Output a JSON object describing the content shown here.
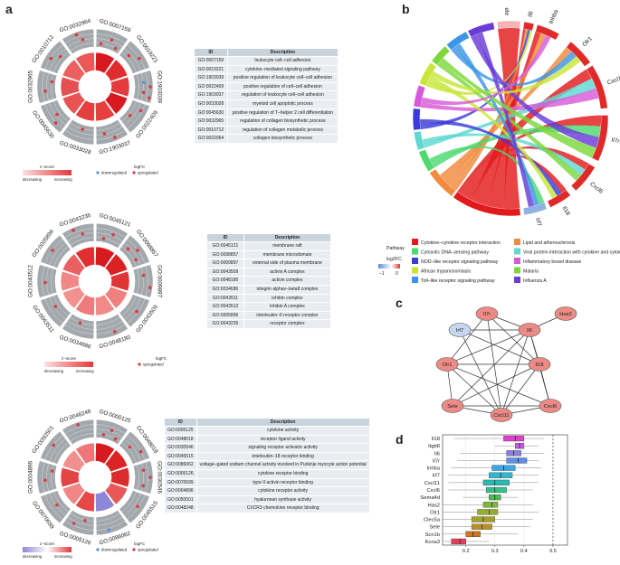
{
  "panel_labels": [
    "a",
    "b",
    "c",
    "d"
  ],
  "colors": {
    "ring_grey": "#a3a8ad",
    "ring_grey_light": "#c3c7cb",
    "upregulated": "#e0393e",
    "downregulated": "#5b8fd8",
    "zscore_high": "#e2393c",
    "zscore_low": "#8e86d6",
    "table_header": "#c9d3dc",
    "table_row": "#e9edf1"
  },
  "legend": {
    "zscore_title": "z−score",
    "decreasing": "decreasing",
    "increasing": "increasing",
    "logfc_title": "logFC",
    "downregulated": "downregulated",
    "upregulated": "upregulated"
  },
  "go_blocks": [
    {
      "labels": [
        "GO:0007159",
        "GO:0019221",
        "GO:1903039",
        "GO:0022409",
        "GO:1903037",
        "GO:0033028",
        "GO:0045630",
        "GO:0032965",
        "GO:0010712",
        "GO:0032964"
      ],
      "legend_down": true,
      "table": {
        "header": [
          "ID",
          "Description"
        ],
        "rows": [
          [
            "GO:0007159",
            "leukocyte cell–cell adhesion"
          ],
          [
            "GO:0019221",
            "cytokine–mediated signaling pathway"
          ],
          [
            "GO:1903039",
            "positive regulation of leukocyte cell–cell adhesion"
          ],
          [
            "GO:0022409",
            "positive regulation of cell–cell adhesion"
          ],
          [
            "GO:1903037",
            "regulation of leukocyte cell–cell adhesion"
          ],
          [
            "GO:0033028",
            "myeloid cell apoptotic process"
          ],
          [
            "GO:0045630",
            "positive regulation of T–helper 2 cell differentiation"
          ],
          [
            "GO:0032965",
            "regulation of collagen biosynthetic process"
          ],
          [
            "GO:0010712",
            "regulation of collagen metabolic process"
          ],
          [
            "GO:0032964",
            "collagen biosynthetic process"
          ]
        ]
      }
    },
    {
      "labels": [
        "GO:0045121",
        "GO:0098857",
        "GO:0009897",
        "GO:0043509",
        "GO:0048180",
        "GO:0034686",
        "GO:0043511",
        "GO:0043512",
        "GO:0005896",
        "GO:0043235"
      ],
      "legend_down": false,
      "table": {
        "header": [
          "ID",
          "Description"
        ],
        "rows": [
          [
            "GO:0045121",
            "membrane raft"
          ],
          [
            "GO:0098857",
            "membrane microdomain"
          ],
          [
            "GO:0009897",
            "external side of plasma membrane"
          ],
          [
            "GO:0043509",
            "activin A complex"
          ],
          [
            "GO:0048180",
            "activin complex"
          ],
          [
            "GO:0034686",
            "integrin alphav–beta8 complex"
          ],
          [
            "GO:0043511",
            "inhibin complex"
          ],
          [
            "GO:0043512",
            "inhibin A complex"
          ],
          [
            "GO:0005896",
            "interleukin–6 receptor complex"
          ],
          [
            "GO:0043235",
            "receptor complex"
          ]
        ]
      }
    },
    {
      "labels": [
        "GO:0005125",
        "GO:0048018",
        "GO:0030546",
        "GO:0045515",
        "GO:0086062",
        "GO:0005126",
        "GO:0070699",
        "GO:0004896",
        "GO:0050501",
        "GO:0048248"
      ],
      "legend_down": true,
      "table": {
        "header": [
          "ID",
          "Description"
        ],
        "rows": [
          [
            "GO:0005125",
            "cytokine activity"
          ],
          [
            "GO:0048018",
            "receptor ligand activity"
          ],
          [
            "GO:0030546",
            "signaling receptor activator activity"
          ],
          [
            "GO:0045515",
            "interleukin–18 receptor binding"
          ],
          [
            "GO:0086062",
            "voltage–gated sodium channel activity involved in Purkinje myocyte action potential"
          ],
          [
            "GO:0005126",
            "cytokine receptor binding"
          ],
          [
            "GO:0070699",
            "type II activin receptor binding"
          ],
          [
            "GO:0004896",
            "cytokine receptor activity"
          ],
          [
            "GO:0050501",
            "hyaluronan synthase activity"
          ],
          [
            "GO:0048248",
            "CXCR3 chemokine receptor binding"
          ]
        ]
      }
    }
  ],
  "chord": {
    "genes": [
      "Sele",
      "Il6",
      "Inhba",
      "Olr1",
      "Cxcl11",
      "Il7r",
      "Cxcl6",
      "Il18",
      "Irf7"
    ],
    "legend_title": "Pathway",
    "logfc_title": "log2FC",
    "logfc_ticks": [
      "−1",
      "0"
    ],
    "pathways": [
      {
        "name": "Cytokine–cytokine receptor interaction",
        "color": "#e31a1c"
      },
      {
        "name": "Lipid and atherosclerosis",
        "color": "#f08a3c"
      },
      {
        "name": "Cytosolic DNA–sensing pathway",
        "color": "#4dd970"
      },
      {
        "name": "Viral protein interaction with cytokine and cytokine receptor",
        "color": "#5fd8d2"
      },
      {
        "name": "NOD–like receptor signaling pathway",
        "color": "#3a3cd8"
      },
      {
        "name": "Inflammatory bowel disease",
        "color": "#d85ad8"
      },
      {
        "name": "African trypanosomiasis",
        "color": "#c8e63a"
      },
      {
        "name": "Malaria",
        "color": "#7cd83c"
      },
      {
        "name": "Toll–like receptor signaling pathway",
        "color": "#3c96e6"
      },
      {
        "name": "Influenza A",
        "color": "#6a3cd8"
      }
    ]
  },
  "network": {
    "nodes": [
      "Has2",
      "Il7r",
      "Il6",
      "Irf7",
      "Il18",
      "Olr1",
      "Cxcl6",
      "Sele",
      "Cxcl11"
    ]
  },
  "chart_data": {
    "type": "boxplot",
    "categories": [
      "Il18",
      "Itgb8",
      "Il6",
      "Il7r",
      "Inhba",
      "Irf7",
      "Cxcl11",
      "Cxcl6",
      "Sema4d",
      "Has2",
      "Olr1",
      "Clec5a",
      "Sele",
      "Scn1b",
      "Kcna3"
    ],
    "box_q1": [
      0.33,
      0.37,
      0.34,
      0.34,
      0.29,
      0.28,
      0.26,
      0.27,
      0.28,
      0.26,
      0.24,
      0.22,
      0.22,
      0.2,
      0.15
    ],
    "box_q3": [
      0.4,
      0.4,
      0.39,
      0.41,
      0.37,
      0.36,
      0.35,
      0.34,
      0.32,
      0.31,
      0.31,
      0.3,
      0.29,
      0.25,
      0.2
    ],
    "medians": [
      0.37,
      0.385,
      0.365,
      0.38,
      0.33,
      0.32,
      0.3,
      0.3,
      0.3,
      0.29,
      0.28,
      0.26,
      0.255,
      0.225,
      0.18
    ],
    "whisker_low": [
      0.16,
      0.3,
      0.18,
      0.17,
      0.15,
      0.14,
      0.14,
      0.14,
      0.19,
      0.12,
      0.12,
      0.12,
      0.12,
      0.12,
      0.12
    ],
    "whisker_high": [
      0.47,
      0.45,
      0.47,
      0.45,
      0.46,
      0.45,
      0.45,
      0.43,
      0.38,
      0.43,
      0.45,
      0.43,
      0.42,
      0.38,
      0.28
    ],
    "colors": [
      "#e23fd0",
      "#c35adf",
      "#8a7ee0",
      "#5c8fe6",
      "#38a8e6",
      "#2fb8d6",
      "#2cb9b4",
      "#34bf8c",
      "#4cbb4c",
      "#7db83a",
      "#94b02b",
      "#a6a02a",
      "#b88f29",
      "#d0761f",
      "#e23f5a"
    ],
    "x_ticks": [
      "0.2",
      "0.3",
      "0.4",
      "0.5"
    ],
    "xlim": [
      0.12,
      0.55
    ],
    "reference_line": 0.5
  }
}
